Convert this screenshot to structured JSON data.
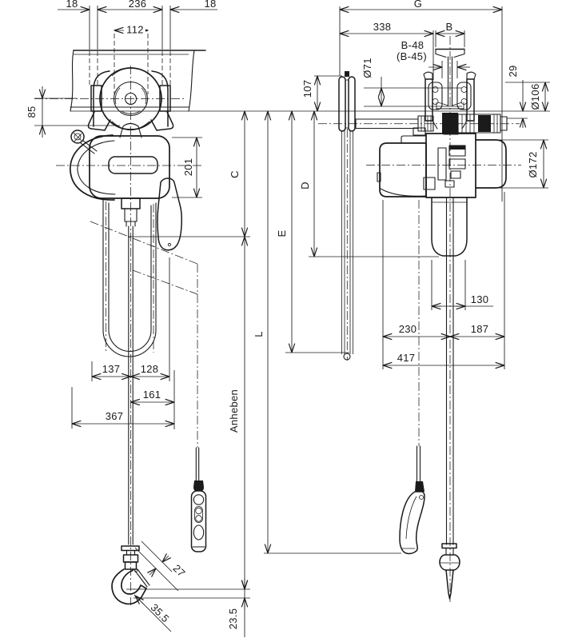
{
  "colors": {
    "ink": "#1b1b1b",
    "paper": "#ffffff"
  },
  "front": {
    "flange_left": "18",
    "beam_span": "236",
    "flange_right": "18",
    "wheel_span": "112",
    "drop_85": "85",
    "body_height": "201",
    "headroom_c": "C",
    "chain_137": "137",
    "chain_128": "128",
    "offset_161": "161",
    "width_367": "367",
    "lift_label": "Anheben",
    "length_l": "L",
    "shank_27": "27",
    "throat_355": "35.5",
    "saddle_235": "23.5"
  },
  "side": {
    "overall_g": "G",
    "offset_338": "338",
    "flange_b": "B",
    "gap_line1": "B-48",
    "gap_line2": "(B-45)",
    "dia_71": "Ø71",
    "height_107": "107",
    "width_29": "29",
    "dia_106": "Ø106",
    "dia_172": "Ø172",
    "bucket_130": "130",
    "left_230": "230",
    "right_187": "187",
    "total_417": "417",
    "dim_d": "D",
    "dim_e": "E"
  }
}
